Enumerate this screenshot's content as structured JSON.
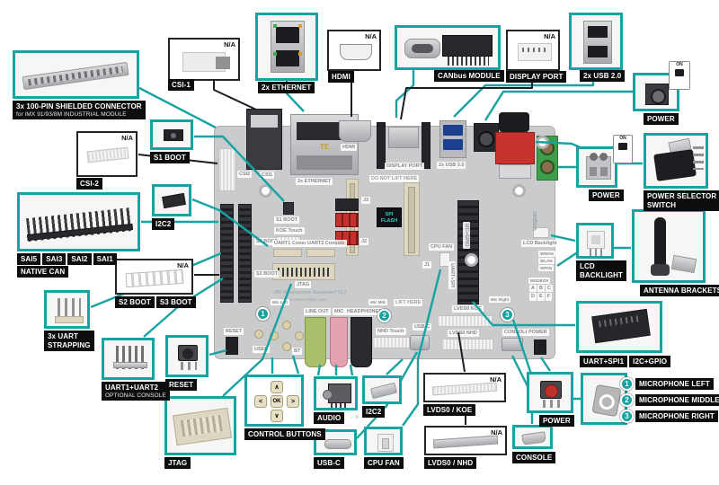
{
  "colors": {
    "accent": "#16a3a1",
    "label_bg": "#0c0d0f",
    "board": "#cacbcc"
  },
  "callouts": {
    "shielded": {
      "label": "3x 100-PIN SHIELDED CONNECTOR",
      "sublabel": "for iMX 91/93/8M INDUSTRIAL MODULE"
    },
    "csi1": {
      "label": "CSI-1",
      "na": "N/A"
    },
    "ethernet": {
      "label": "2x ETHERNET"
    },
    "hdmi": {
      "label": "HDMI",
      "na": "N/A"
    },
    "canbus": {
      "label": "CANbus MODULE"
    },
    "displayport": {
      "label": "DISPLAY PORT",
      "na": "N/A"
    },
    "usb20": {
      "label": "2x USB 2.0"
    },
    "power_top": {
      "label": "POWER"
    },
    "on_badge": "ON",
    "csi2": {
      "label": "CSI-2",
      "na": "N/A"
    },
    "s1boot": {
      "label": "S1 BOOT"
    },
    "i2c2_top": {
      "label": "I2C2"
    },
    "sai": {
      "labels": [
        "SAI5",
        "SAI3",
        "SAI2",
        "SAI1"
      ],
      "native": "NATIVE CAN"
    },
    "s23boot": {
      "labels": [
        "S2 BOOT",
        "S3 BOOT"
      ],
      "na": "N/A"
    },
    "uartstrap": {
      "line1": "3x UART",
      "line2": "STRAPPING"
    },
    "uart12": {
      "label": "UART1+UART2",
      "sublabel": "OPTIONAL CONSOLE"
    },
    "reset": {
      "label": "RESET"
    },
    "jtag": {
      "label": "JTAG"
    },
    "controls": {
      "label": "CONTROL BUTTONS",
      "buttons": [
        "∧",
        "<",
        "OK",
        ">",
        "∨"
      ]
    },
    "audio": {
      "label": "AUDIO",
      "icons": "♪ ⊕ ∩"
    },
    "i2c2_bot": {
      "label": "I2C2"
    },
    "usbc": {
      "label": "USB-C"
    },
    "cpufan": {
      "label": "CPU FAN"
    },
    "lvdskoe": {
      "label": "LVDS0 / KOE",
      "na": "N/A"
    },
    "lvdsnhd": {
      "label": "LVDS0 / NHD",
      "na": "N/A"
    },
    "power_btn": {
      "label": "POWER"
    },
    "console": {
      "label": "CONSOLE"
    },
    "uartspi": {
      "labels": [
        "UART+SPI1",
        "I2C+GPIO"
      ]
    },
    "mics": {
      "items": [
        {
          "num": "1",
          "label": "MICROPHONE LEFT"
        },
        {
          "num": "2",
          "label": "MICROPHONE MIDDLE"
        },
        {
          "num": "3",
          "label": "MICROPHONE RIGHT"
        }
      ]
    },
    "power_mid": {
      "label": "POWER"
    },
    "powersel": {
      "line1": "POWER SELECTOR",
      "line2": "SWITCH"
    },
    "lcdback": {
      "line1": "LCD",
      "line2": "BACKLIGHT"
    },
    "antenna": {
      "label": "ANTENNA BRACKETS"
    }
  },
  "board": {
    "markers": [
      "1",
      "2",
      "3"
    ],
    "silk": {
      "csi2": "CSI2",
      "csi1": "CSI1",
      "ethernet": "2x ETHERNET",
      "te": "TE",
      "hdmi": "HDMI",
      "display_port": "DISPLAY PORT",
      "usb3": "2x USB 3.0",
      "s1_boot": "S1 BOOT",
      "koe_touch": "KOE Touch",
      "uart1": "UART1 Console",
      "uart2": "UART2 Console",
      "s2_boot": "S2 BOOT",
      "s3_boot": "S3 BOOT",
      "jtag": "JTAG",
      "title": "iMX Development Baseboard V1.2",
      "copyright": "© 2024 www.voipac.com",
      "reset": "RESET",
      "user": "USER",
      "bt": "BT",
      "line_out": "LINE OUT",
      "mic": "MIC",
      "headphones": "HEADPHONES",
      "mic_left": "Mic Left",
      "mic_mid": "Mic Mid",
      "mic_right": "Mic Right",
      "nhd_touch": "NHD Touch",
      "usb_c": "USB-C",
      "lvds_koe": "LVDS0 KOE",
      "lvds_nhd": "LVDS0 NHD",
      "console": "CONSOLE",
      "power": "POWER",
      "cpu_fan": "CPU FAN",
      "lcd_backlight": "LCD Backlight",
      "i2c_gpio": "I2C+GPIO",
      "uart_spi": "UART+SPI",
      "spi_flash": "SPI FLASH",
      "do_not_lift": "DO NOT LIFT HERE",
      "lift_here": "LIFT HERE",
      "brand": "voipac",
      "j1": "J1",
      "j2": "J2",
      "j3": "J3",
      "wwan": "WWAN",
      "wlan": "WLAN",
      "wpan": "WPAN",
      "modbox": "MODBOX",
      "ant_letters": [
        "A",
        "B",
        "C",
        "D",
        "E",
        "F"
      ]
    }
  }
}
